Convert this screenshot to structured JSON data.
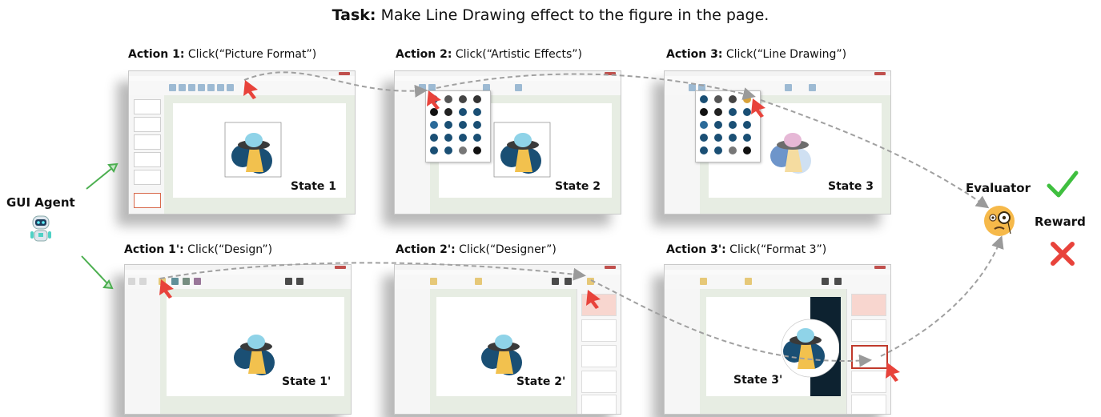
{
  "task": {
    "prefix": "Task:",
    "text": " Make Line Drawing effect to the figure in the page."
  },
  "agent": {
    "label": "GUI Agent"
  },
  "evaluator": {
    "label": "Evaluator",
    "reward_label": "Reward"
  },
  "row1": {
    "actions": [
      {
        "prefix": "Action 1:",
        "text": "  Click(“Picture Format”)"
      },
      {
        "prefix": "Action 2:",
        "text": "  Click(“Artistic Effects”)"
      },
      {
        "prefix": "Action 3:",
        "text": "  Click(“Line Drawing”)"
      }
    ],
    "states": [
      "State 1",
      "State 2",
      "State 3"
    ]
  },
  "row2": {
    "actions": [
      {
        "prefix": "Action 1':",
        "text": "  Click(“Design”)"
      },
      {
        "prefix": "Action 2':",
        "text": "  Click(“Designer”)"
      },
      {
        "prefix": "Action 3':",
        "text": "  Click(“Format 3”)"
      }
    ],
    "states": [
      "State 1'",
      "State 2'",
      "State 3'"
    ]
  },
  "colors": {
    "accent": "#e8433b",
    "check": "#3fbf3f",
    "cross": "#e8433b",
    "arrow": "#9a9a9a",
    "ufo_dark": "#1a4f74",
    "beam": "#f2c14e"
  },
  "icons": {
    "agent": "robot-icon",
    "evaluator": "monocle-face-icon",
    "success": "checkmark-icon",
    "failure": "cross-icon"
  }
}
